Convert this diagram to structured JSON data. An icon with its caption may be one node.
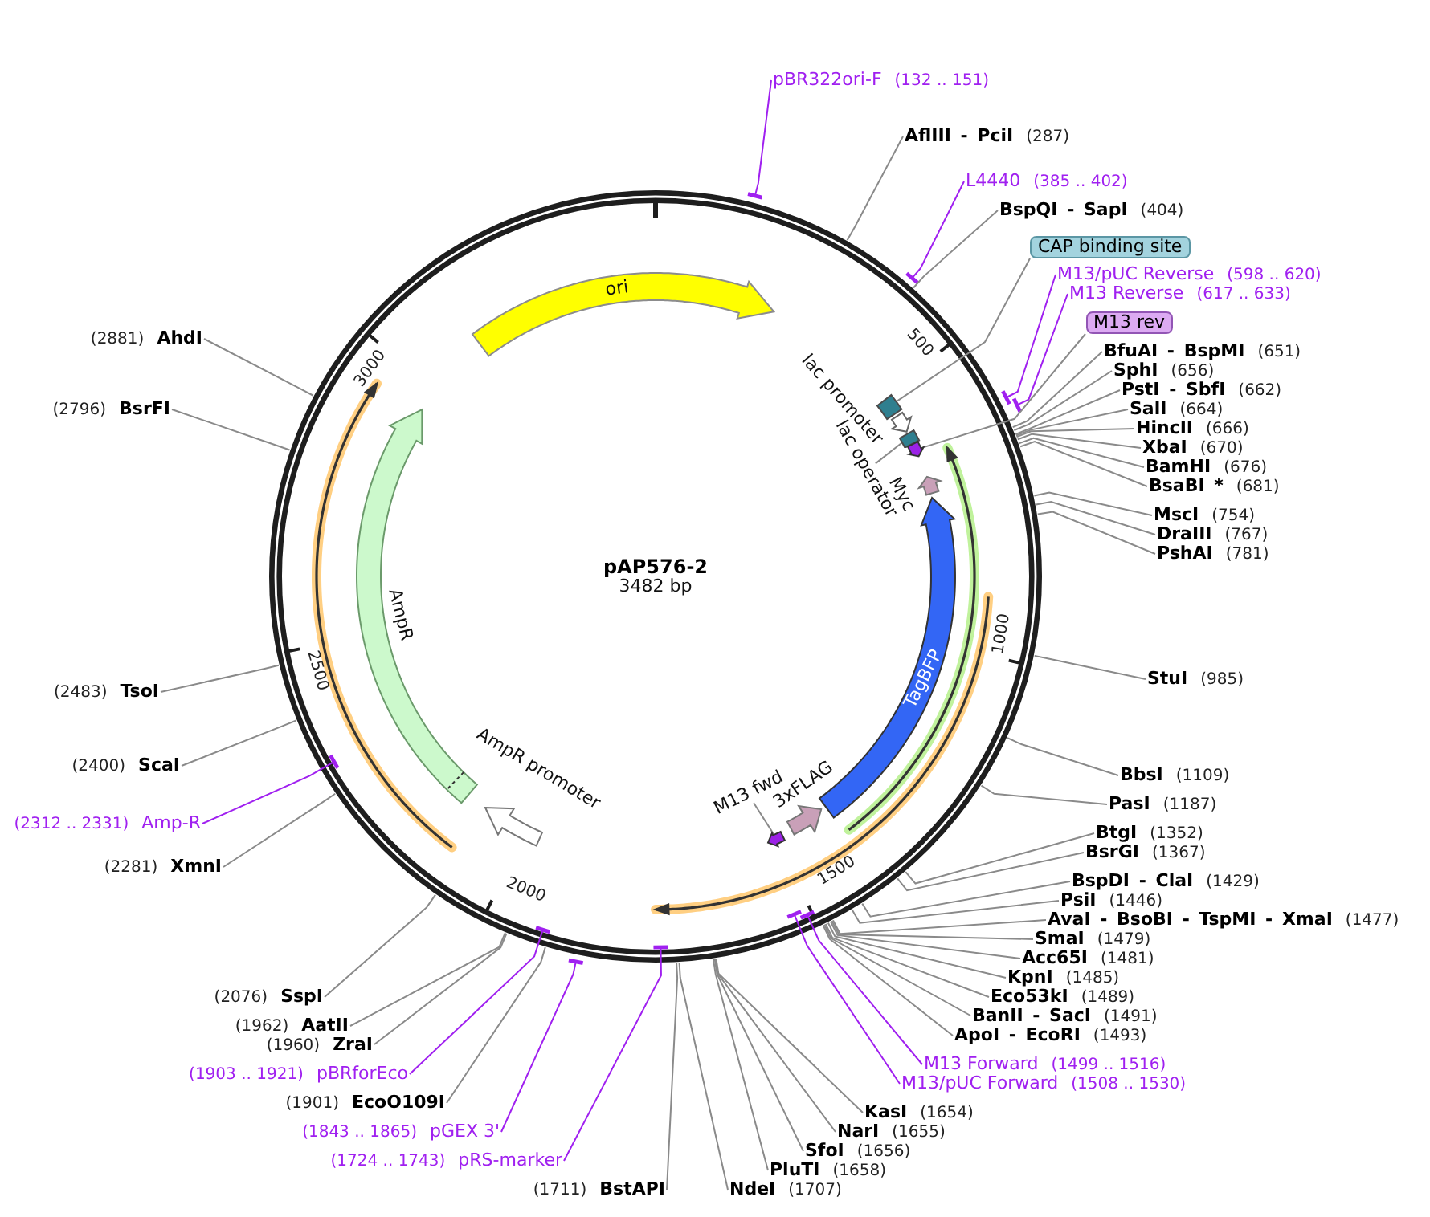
{
  "diagram": {
    "title": "pAP576-2",
    "nodes": [
      {
        "text": [
          "pBR322ori-F",
          "(132 .. 151)"
        ]
      },
      {
        "text": [
          "AflIII - PciI",
          "(287)"
        ]
      },
      {
        "text": [
          "L4440",
          "(385 .. 402)"
        ]
      },
      {
        "text": [
          "BspQI - SapI",
          "(404)"
        ]
      },
      {
        "text": [
          "CAP binding site"
        ]
      },
      {
        "text": [
          "M13/pUC Reverse",
          "(598 .. 620)"
        ]
      },
      {
        "text": [
          "M13 Reverse",
          "(617 .. 633)"
        ]
      },
      {
        "text": [
          "M13 rev"
        ]
      },
      {
        "text": [
          "BfuAI - BspMI",
          "(651)"
        ]
      },
      {
        "text": [
          "SphI",
          "(656)"
        ]
      },
      {
        "text": [
          "PstI - SbfI",
          "(662)"
        ]
      },
      {
        "text": [
          "SalI",
          "(664)"
        ]
      },
      {
        "text": [
          "HincII",
          "(666)"
        ]
      },
      {
        "text": [
          "XbaI",
          "(670)"
        ]
      },
      {
        "text": [
          "BamHI",
          "(676)"
        ]
      },
      {
        "text": [
          "BsaBI *",
          "(681)"
        ]
      },
      {
        "text": [
          "MscI",
          "(754)"
        ]
      },
      {
        "text": [
          "DraIII",
          "(767)"
        ]
      },
      {
        "text": [
          "PshAI",
          "(781)"
        ]
      },
      {
        "text": [
          "StuI",
          "(985)"
        ]
      },
      {
        "text": [
          "BbsI",
          "(1109)"
        ]
      },
      {
        "text": [
          "PasI",
          "(1187)"
        ]
      },
      {
        "text": [
          "BtgI",
          "(1352)"
        ]
      },
      {
        "text": [
          "BsrGI",
          "(1367)"
        ]
      },
      {
        "text": [
          "BspDI - ClaI",
          "(1429)"
        ]
      },
      {
        "text": [
          "PsiI",
          "(1446)"
        ]
      },
      {
        "text": [
          "AvaI - BsoBI - TspMI - XmaI",
          "(1477)"
        ]
      },
      {
        "text": [
          "SmaI",
          "(1479)"
        ]
      },
      {
        "text": [
          "Acc65I",
          "(1481)"
        ]
      },
      {
        "text": [
          "KpnI",
          "(1485)"
        ]
      },
      {
        "text": [
          "Eco53kI",
          "(1489)"
        ]
      },
      {
        "text": [
          "BanII - SacI",
          "(1491)"
        ]
      },
      {
        "text": [
          "ApoI - EcoRI",
          "(1493)"
        ]
      },
      {
        "text": [
          "M13 Forward",
          "(1499 .. 1516)"
        ]
      },
      {
        "text": [
          "M13/pUC Forward",
          "(1508 .. 1530)"
        ]
      },
      {
        "text": [
          "KasI",
          "(1654)"
        ]
      },
      {
        "text": [
          "NarI",
          "(1655)"
        ]
      },
      {
        "text": [
          "SfoI",
          "(1656)"
        ]
      },
      {
        "text": [
          "PluTI",
          "(1658)"
        ]
      },
      {
        "text": [
          "NdeI",
          "(1707)"
        ]
      },
      {
        "text": [
          "(1711)",
          "BstAPI"
        ]
      },
      {
        "text": [
          "(1724 .. 1743)",
          "pRS-marker"
        ]
      },
      {
        "text": [
          "(1843 .. 1865)",
          "pGEX 3'"
        ]
      },
      {
        "text": [
          "(1901)",
          "EcoO109I"
        ]
      },
      {
        "text": [
          "(1903 .. 1921)",
          "pBRforEco"
        ]
      },
      {
        "text": [
          "(1960)",
          "ZraI"
        ]
      },
      {
        "text": [
          "(1962)",
          "AatII"
        ]
      },
      {
        "text": [
          "(2076)",
          "SspI"
        ]
      },
      {
        "text": [
          "(2281)",
          "XmnI"
        ]
      },
      {
        "text": [
          "(2312 .. 2331)",
          "Amp-R"
        ]
      },
      {
        "text": [
          "(2400)",
          "ScaI"
        ]
      },
      {
        "text": [
          "(2483)",
          "TsoI"
        ]
      },
      {
        "text": [
          "(2796)",
          "BsrFI"
        ]
      },
      {
        "text": [
          "(2881)",
          "AhdI"
        ]
      },
      {
        "text": [
          "ori"
        ]
      },
      {
        "text": [],
        "shape": "box"
      },
      {
        "text": [
          "lac promoter"
        ]
      },
      {
        "text": [],
        "shape": "box"
      },
      {
        "text": [
          "lac operator"
        ]
      },
      {
        "text": [],
        "shape": "arrow"
      },
      {
        "text": [
          "Myc"
        ]
      },
      {
        "text": [
          "TagBFP"
        ]
      },
      {
        "text": [
          "3xFLAG"
        ]
      },
      {
        "text": [
          "M13 fwd"
        ]
      },
      {
        "text": [],
        "shape": "arrow"
      },
      {
        "text": [
          "AmpR promoter"
        ]
      },
      {
        "text": [
          "AmpR"
        ]
      }
    ],
    "edges": [
      {
        "from": 0,
        "to": null,
        "arrow": "other",
        "color": "#a020f0"
      },
      {
        "from": 1,
        "to": null,
        "arrow": "none"
      },
      {
        "from": 2,
        "to": null,
        "arrow": "other",
        "color": "#a020f0"
      },
      {
        "from": 3,
        "to": null,
        "arrow": "none"
      },
      {
        "from": 4,
        "to": 55,
        "arrow": "none"
      },
      {
        "from": 5,
        "to": null,
        "arrow": "other",
        "color": "#a020f0"
      },
      {
        "from": 6,
        "to": null,
        "arrow": "other",
        "color": "#a020f0"
      },
      {
        "from": 7,
        "to": 59,
        "arrow": "none"
      },
      {
        "from": 8,
        "to": null,
        "arrow": "none"
      },
      {
        "from": 9,
        "to": null,
        "arrow": "none"
      },
      {
        "from": 10,
        "to": null,
        "arrow": "none"
      },
      {
        "from": 11,
        "to": null,
        "arrow": "none"
      },
      {
        "from": 12,
        "to": null,
        "arrow": "none"
      },
      {
        "from": 13,
        "to": null,
        "arrow": "none"
      },
      {
        "from": 14,
        "to": null,
        "arrow": "none"
      },
      {
        "from": 15,
        "to": null,
        "arrow": "none"
      },
      {
        "from": 16,
        "to": null,
        "arrow": "none"
      },
      {
        "from": 17,
        "to": null,
        "arrow": "none"
      },
      {
        "from": 18,
        "to": null,
        "arrow": "none"
      },
      {
        "from": 19,
        "to": null,
        "arrow": "none"
      },
      {
        "from": 20,
        "to": null,
        "arrow": "none"
      },
      {
        "from": 21,
        "to": null,
        "arrow": "none"
      },
      {
        "from": 22,
        "to": null,
        "arrow": "none"
      },
      {
        "from": 23,
        "to": null,
        "arrow": "none"
      },
      {
        "from": 24,
        "to": null,
        "arrow": "none"
      },
      {
        "from": 25,
        "to": null,
        "arrow": "none"
      },
      {
        "from": 26,
        "to": null,
        "arrow": "none"
      },
      {
        "from": 27,
        "to": null,
        "arrow": "none"
      },
      {
        "from": 28,
        "to": null,
        "arrow": "none"
      },
      {
        "from": 29,
        "to": null,
        "arrow": "none"
      },
      {
        "from": 30,
        "to": null,
        "arrow": "none"
      },
      {
        "from": 31,
        "to": null,
        "arrow": "none"
      },
      {
        "from": 32,
        "to": null,
        "arrow": "none"
      },
      {
        "from": 33,
        "to": null,
        "arrow": "other",
        "color": "#a020f0"
      },
      {
        "from": 34,
        "to": null,
        "arrow": "other",
        "color": "#a020f0"
      },
      {
        "from": 35,
        "to": null,
        "arrow": "none"
      },
      {
        "from": 36,
        "to": null,
        "arrow": "none"
      },
      {
        "from": 37,
        "to": null,
        "arrow": "none"
      },
      {
        "from": 38,
        "to": null,
        "arrow": "none"
      },
      {
        "from": 39,
        "to": null,
        "arrow": "none"
      },
      {
        "from": 40,
        "to": null,
        "arrow": "none"
      },
      {
        "from": 41,
        "to": null,
        "arrow": "other",
        "color": "#a020f0"
      },
      {
        "from": 42,
        "to": null,
        "arrow": "other",
        "color": "#a020f0"
      },
      {
        "from": 43,
        "to": null,
        "arrow": "none"
      },
      {
        "from": 44,
        "to": null,
        "arrow": "other",
        "color": "#a020f0"
      },
      {
        "from": 45,
        "to": null,
        "arrow": "none"
      },
      {
        "from": 46,
        "to": null,
        "arrow": "none"
      },
      {
        "from": 47,
        "to": null,
        "arrow": "none"
      },
      {
        "from": 48,
        "to": null,
        "arrow": "none"
      },
      {
        "from": 49,
        "to": null,
        "arrow": "other",
        "color": "#a020f0"
      },
      {
        "from": 50,
        "to": null,
        "arrow": "none"
      },
      {
        "from": 51,
        "to": null,
        "arrow": "none"
      },
      {
        "from": 52,
        "to": null,
        "arrow": "none"
      },
      {
        "from": 53,
        "to": null,
        "arrow": "none"
      },
      {
        "from": 58,
        "to": 57,
        "arrow": "none"
      },
      {
        "from": 63,
        "to": 64,
        "arrow": "none"
      }
    ],
    "labels": [
      "3482 bp",
      "500",
      "1000",
      "1500",
      "2000",
      "2500",
      "3000"
    ]
  }
}
